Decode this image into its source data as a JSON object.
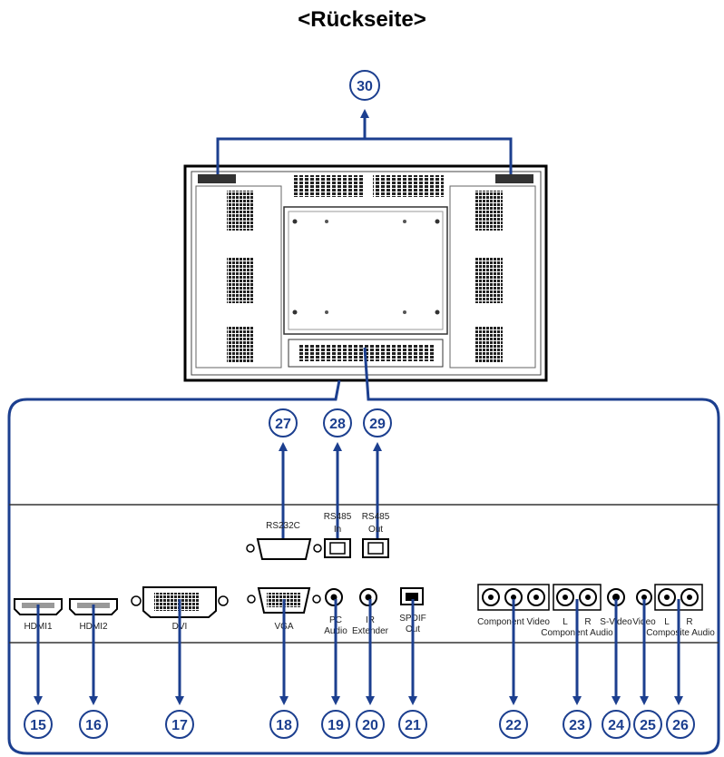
{
  "title": "<Rückseite>",
  "colors": {
    "arrow": "#1c3f8f",
    "frame": "#000000"
  },
  "callouts": {
    "n15": "15",
    "n16": "16",
    "n17": "17",
    "n18": "18",
    "n19": "19",
    "n20": "20",
    "n21": "21",
    "n22": "22",
    "n23": "23",
    "n24": "24",
    "n25": "25",
    "n26": "26",
    "n27": "27",
    "n28": "28",
    "n29": "29",
    "n30": "30"
  },
  "ports": {
    "rs232c": "RS232C",
    "rs485_in_a": "RS485",
    "rs485_in_b": "In",
    "rs485_out_a": "RS485",
    "rs485_out_b": "Out",
    "hdmi1": "HDMI1",
    "hdmi2": "HDMI2",
    "dvi": "DVI",
    "vga": "VGA",
    "pc_audio_a": "PC",
    "pc_audio_b": "Audio",
    "ir_a": "IR",
    "ir_b": "Extender",
    "spdif_a": "SPDIF",
    "spdif_b": "Out",
    "component_video": "Component Video",
    "comp_audio_l": "L",
    "comp_audio_r": "R",
    "component_audio": "Component Audio",
    "svideo": "S-Video",
    "video": "Video",
    "composite_l": "L",
    "composite_r": "R",
    "composite_audio": "Composite Audio"
  }
}
